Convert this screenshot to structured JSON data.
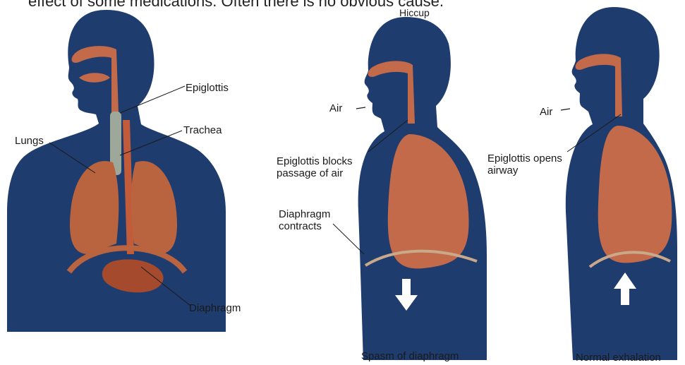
{
  "caption": "effect of some medications. Often there is no obvious cause.",
  "colors": {
    "body": "#1f3c6e",
    "organ": "#c26a4a",
    "lung_fill": "#b9643f",
    "trachea": "#9ea89a",
    "background": "#ffffff"
  },
  "panel_anatomy": {
    "labels": {
      "epiglottis": "Epiglottis",
      "trachea": "Trachea",
      "lungs": "Lungs",
      "diaphragm": "Diaphragm"
    }
  },
  "panel_hiccup": {
    "title": "Hiccup",
    "air": "Air",
    "epiglottis_note": "Epiglottis blocks\npassage of air",
    "diaphragm_note": "Diaphragm\ncontracts",
    "footer": "Spasm of diaphragm",
    "arrow_direction": "down"
  },
  "panel_normal": {
    "air": "Air",
    "epiglottis_note": "Epiglottis opens\nairway",
    "footer": "Normal exhalation",
    "arrow_direction": "up"
  }
}
